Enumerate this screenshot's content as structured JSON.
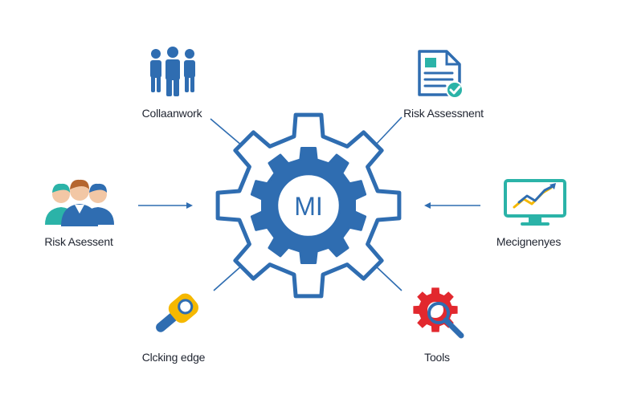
{
  "hub": {
    "label": "MI",
    "color": "#2f6db1"
  },
  "nodes": {
    "top_left": {
      "label": "Collaanwork",
      "icon": "team-icon"
    },
    "top_right": {
      "label": "Risk Assessnent",
      "icon": "document-check-icon"
    },
    "mid_left": {
      "label": "Risk Asessent",
      "icon": "people-group-icon"
    },
    "mid_right": {
      "label": "Mecignenyes",
      "icon": "monitor-chart-icon"
    },
    "bottom_left": {
      "label": "Clcking edge",
      "icon": "wrench-icon"
    },
    "bottom_right": {
      "label": "Tools",
      "icon": "gear-magnifier-icon"
    }
  },
  "colors": {
    "primary_blue": "#2f6db1",
    "teal": "#2bb3a8",
    "yellow": "#f5b800",
    "red": "#e2282e",
    "text": "#1f2430"
  }
}
